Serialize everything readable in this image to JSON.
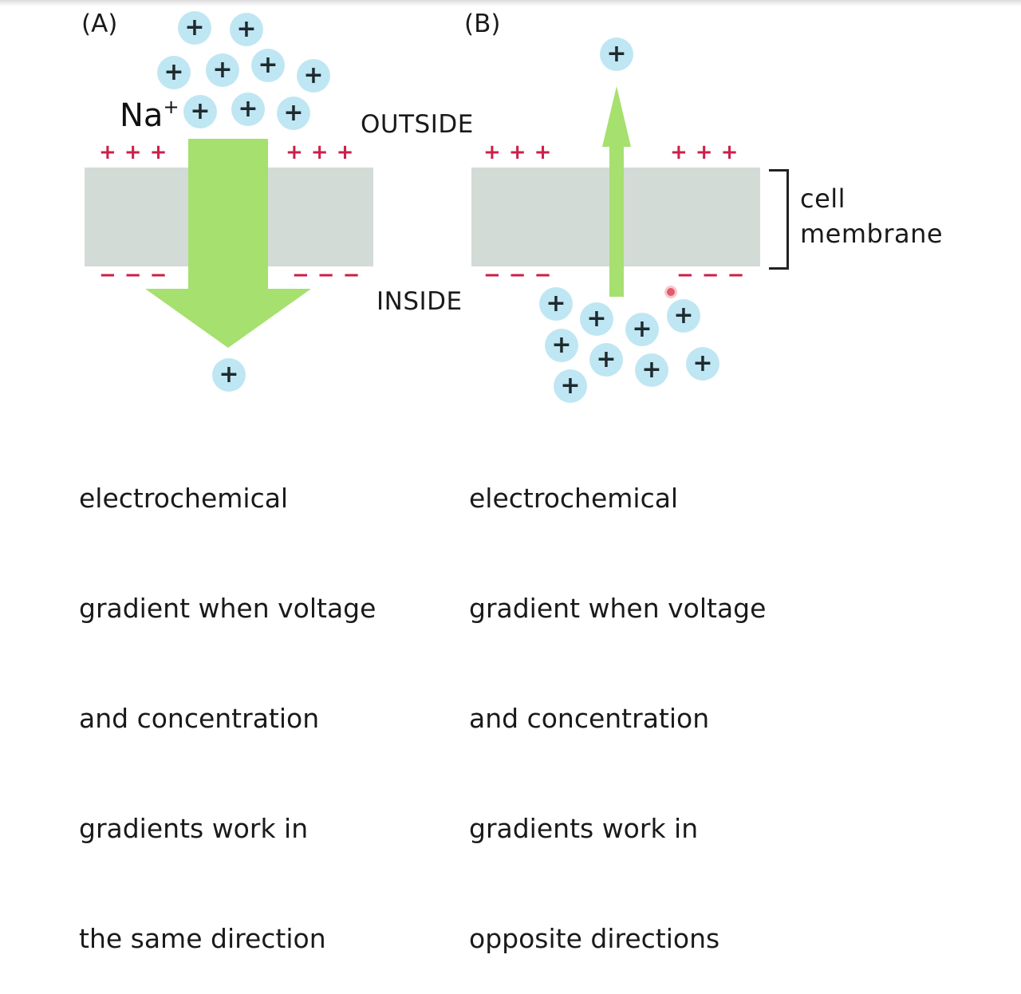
{
  "panel_a": {
    "label": "(A)",
    "ion_label": "Na",
    "ion_charge": "+",
    "caption_lines": [
      "electrochemical",
      "gradient when voltage",
      "and concentration",
      "gradients work in",
      "the same direction"
    ]
  },
  "panel_b": {
    "label": "(B)",
    "caption_lines": [
      "electrochemical",
      "gradient when voltage",
      "and concentration",
      "gradients work in",
      "opposite directions"
    ]
  },
  "labels": {
    "outside": "OUTSIDE",
    "inside": "INSIDE",
    "membrane_line1": "cell",
    "membrane_line2": "membrane"
  },
  "symbols": {
    "positive_charges": "+++",
    "negative_charges": "−−−",
    "ion_sign": "+"
  },
  "colors": {
    "membrane": "#d3dbd6",
    "arrow": "#a6e06e",
    "ion": "#bfe6f3",
    "charge": "#cc1f4a"
  }
}
